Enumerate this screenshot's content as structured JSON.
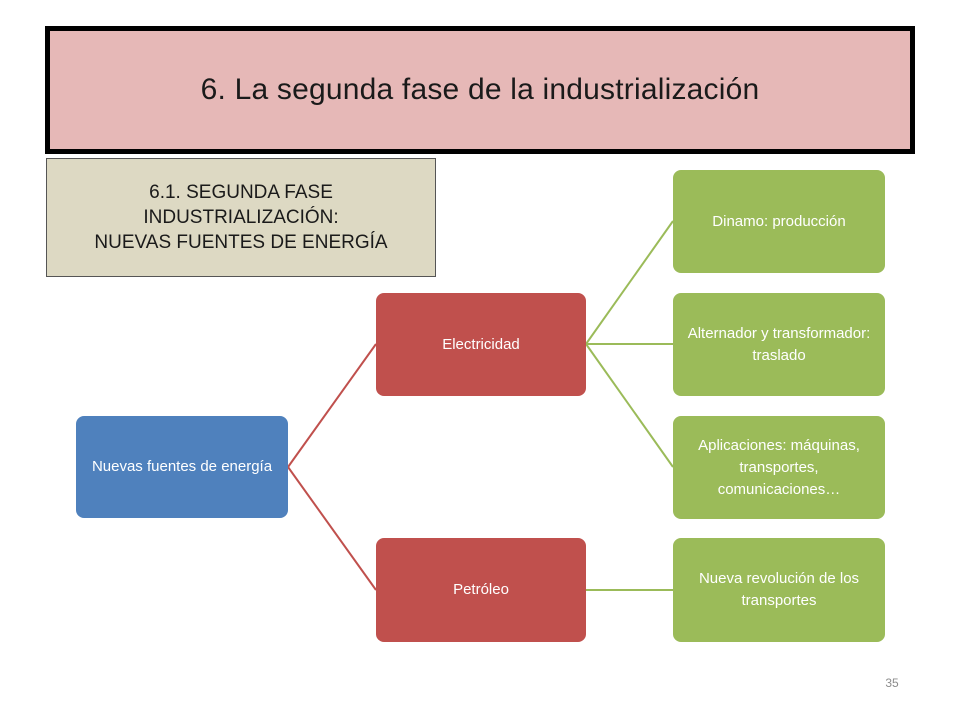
{
  "slide": {
    "title": "6. La segunda fase de la industrialización",
    "subtitle_lines": [
      "6.1. SEGUNDA FASE",
      "INDUSTRIALIZACIÓN:",
      "NUEVAS FUENTES DE ENERGÍA"
    ],
    "page_number": "35"
  },
  "diagram": {
    "root": {
      "label": "Nuevas fuentes de energía",
      "color": "#4f81bd"
    },
    "branches": [
      {
        "label": "Electricidad",
        "color": "#c0504d",
        "children": [
          "Dinamo: producción",
          "Alternador y transformador: traslado",
          "Aplicaciones: máquinas, transportes, comunicaciones…"
        ]
      },
      {
        "label": "Petróleo",
        "color": "#c0504d",
        "children": [
          "Nueva revolución de los transportes"
        ]
      }
    ],
    "leaf_color": "#9bbb59"
  }
}
